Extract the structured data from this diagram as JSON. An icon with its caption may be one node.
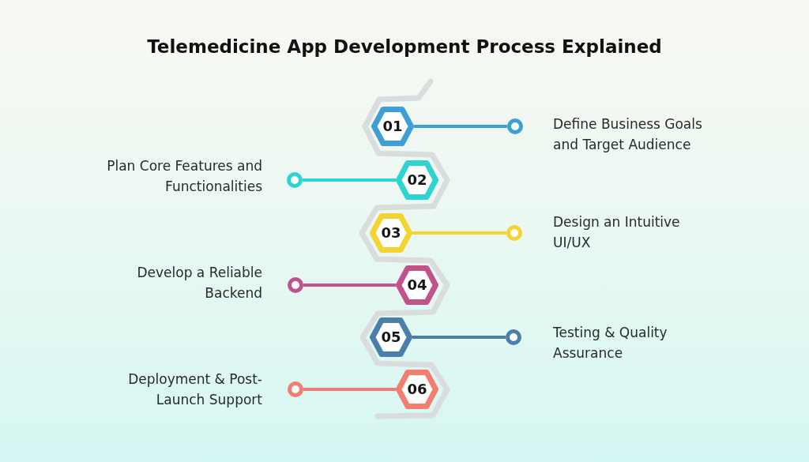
{
  "diagram": {
    "title": "Telemedicine App Development Process Explained",
    "nodes": [
      {
        "text": [
          "01"
        ]
      },
      {
        "text": [],
        "shape": "circle",
        "beside": [
          "Define Business Goals and Target Audience"
        ]
      },
      {
        "text": [
          "02"
        ]
      },
      {
        "text": [],
        "shape": "circle",
        "beside": [
          "Plan Core Features and Functionalities"
        ]
      },
      {
        "text": [
          "03"
        ]
      },
      {
        "text": [],
        "shape": "circle",
        "beside": [
          "Design an Intuitive UI/UX"
        ]
      },
      {
        "text": [
          "04"
        ]
      },
      {
        "text": [],
        "shape": "circle",
        "beside": [
          "Develop a Reliable Backend"
        ]
      },
      {
        "text": [
          "05"
        ]
      },
      {
        "text": [],
        "shape": "circle",
        "beside": [
          "Testing & Quality Assurance"
        ]
      },
      {
        "text": [
          "06"
        ]
      },
      {
        "text": [],
        "shape": "circle",
        "beside": [
          "Deployment & Post-Launch Support"
        ]
      }
    ],
    "edges": [
      {
        "from": 0,
        "to": 1,
        "arrow": "none",
        "color": "#3d9fd3"
      },
      {
        "from": 2,
        "to": 3,
        "arrow": "none",
        "color": "#2fd4d1"
      },
      {
        "from": 4,
        "to": 5,
        "arrow": "none",
        "color": "#f5d431"
      },
      {
        "from": 6,
        "to": 7,
        "arrow": "none",
        "color": "#c2528c"
      },
      {
        "from": 8,
        "to": 9,
        "arrow": "none",
        "color": "#4b7ea9"
      },
      {
        "from": 10,
        "to": 11,
        "arrow": "none",
        "color": "#f47d72"
      }
    ]
  }
}
